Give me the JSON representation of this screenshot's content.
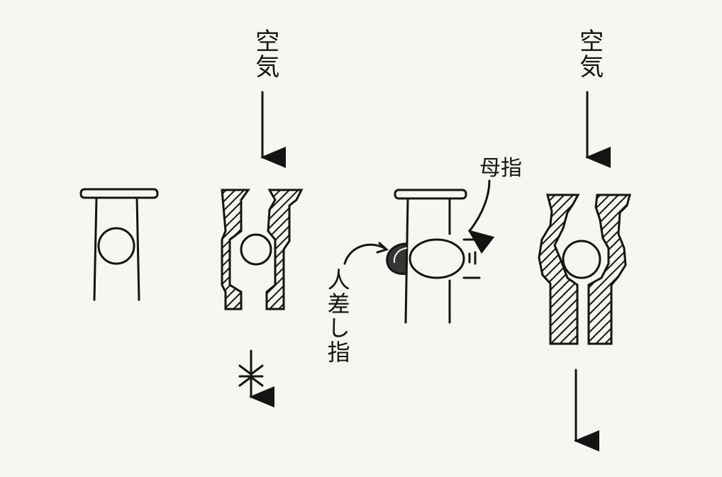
{
  "labels": {
    "air_left": "空気",
    "air_right": "空気",
    "thumb": "母指",
    "index_finger": "人差し指"
  },
  "colors": {
    "ink": "#141414",
    "paper": "#f7f6f1"
  },
  "icons": {
    "flow_arrow": "down-arrow-icon",
    "blocked_flow": "blocked-arrow-icon"
  }
}
